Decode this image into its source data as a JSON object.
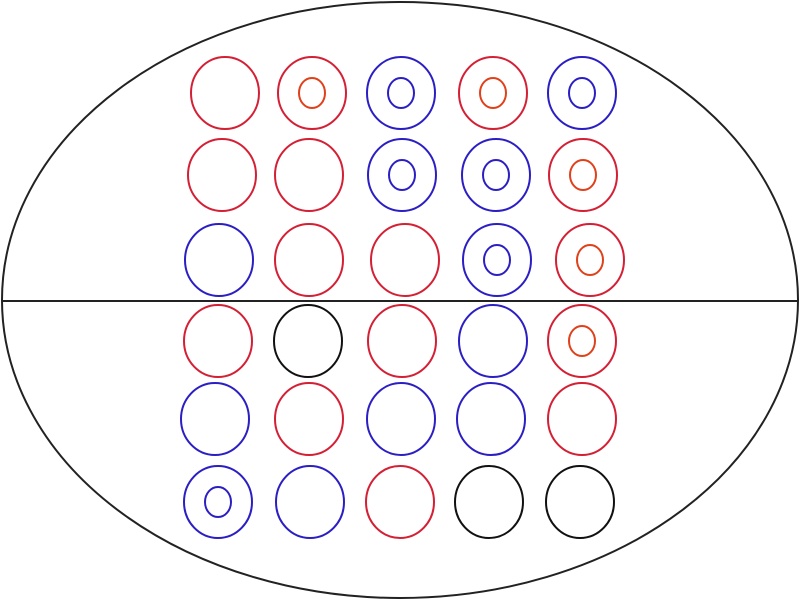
{
  "colors": {
    "red": "#d42035",
    "blue": "#2b1fc4",
    "black": "#111111",
    "inner_orange": "#e0401a",
    "outline": "#222222"
  },
  "grid": {
    "rows": [
      [
        {
          "outer": "red",
          "inner": null
        },
        {
          "outer": "red",
          "inner": "inner_orange"
        },
        {
          "outer": "blue",
          "inner": "blue"
        },
        {
          "outer": "red",
          "inner": "inner_orange"
        },
        {
          "outer": "blue",
          "inner": "blue"
        }
      ],
      [
        {
          "outer": "red",
          "inner": null
        },
        {
          "outer": "red",
          "inner": null
        },
        {
          "outer": "blue",
          "inner": "blue"
        },
        {
          "outer": "blue",
          "inner": "blue"
        },
        {
          "outer": "red",
          "inner": "inner_orange"
        }
      ],
      [
        {
          "outer": "blue",
          "inner": null
        },
        {
          "outer": "red",
          "inner": null
        },
        {
          "outer": "red",
          "inner": null
        },
        {
          "outer": "blue",
          "inner": "blue"
        },
        {
          "outer": "red",
          "inner": "inner_orange"
        }
      ],
      [
        {
          "outer": "red",
          "inner": null
        },
        {
          "outer": "black",
          "inner": null
        },
        {
          "outer": "red",
          "inner": null
        },
        {
          "outer": "blue",
          "inner": null
        },
        {
          "outer": "red",
          "inner": "inner_orange"
        }
      ],
      [
        {
          "outer": "blue",
          "inner": null
        },
        {
          "outer": "red",
          "inner": null
        },
        {
          "outer": "blue",
          "inner": null
        },
        {
          "outer": "blue",
          "inner": null
        },
        {
          "outer": "red",
          "inner": null
        }
      ],
      [
        {
          "outer": "blue",
          "inner": "blue"
        },
        {
          "outer": "blue",
          "inner": null
        },
        {
          "outer": "red",
          "inner": null
        },
        {
          "outer": "black",
          "inner": null
        },
        {
          "outer": "black",
          "inner": null
        }
      ]
    ]
  }
}
